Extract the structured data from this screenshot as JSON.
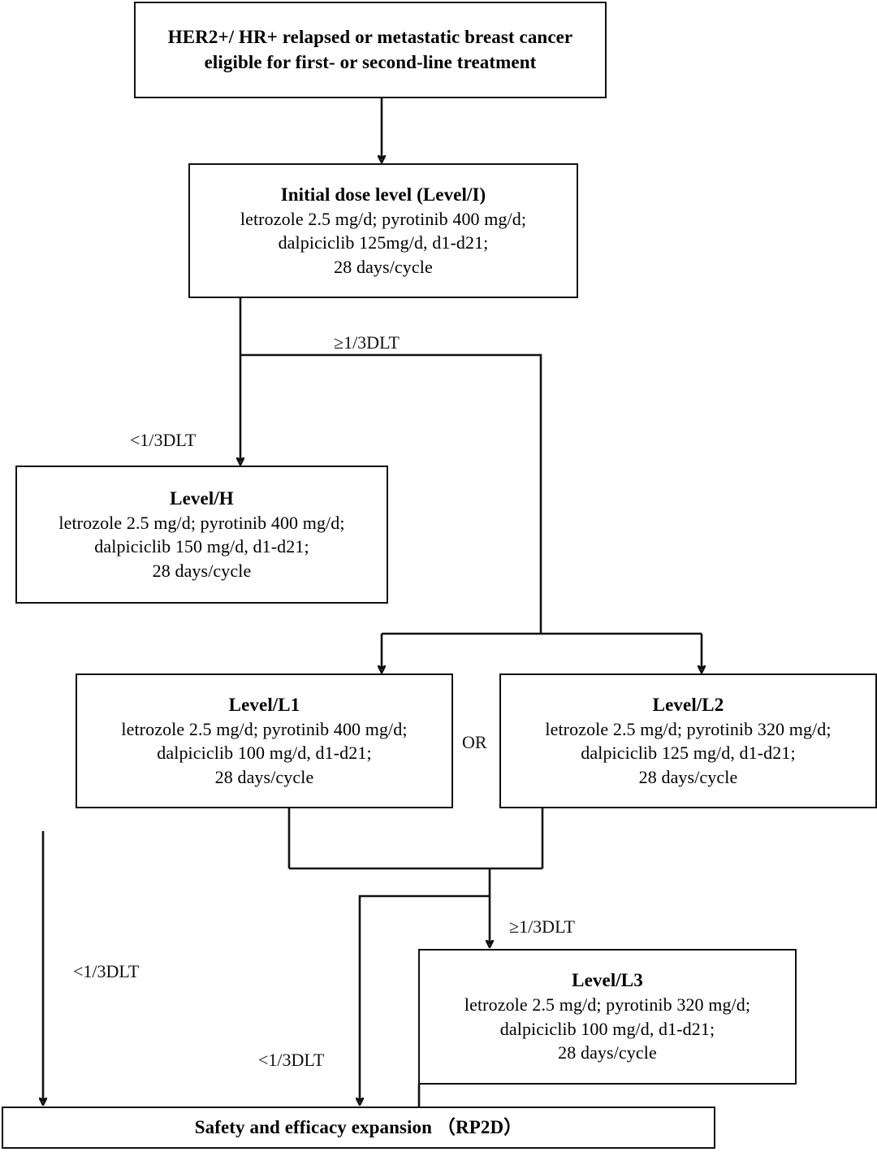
{
  "diagram": {
    "title": "Dose-escalation flowchart",
    "line_color": "#111111",
    "background": "#ffffff"
  },
  "nodes": {
    "population": {
      "lines": [
        "HER2+/ HR+ relapsed or metastatic breast cancer",
        "eligible for first- or second-line treatment"
      ]
    },
    "initial": {
      "title": "Initial dose level (Level/I)",
      "lines": [
        "letrozole 2.5 mg/d; pyrotinib 400 mg/d;",
        "dalpiciclib 125mg/d, d1-d21;",
        "28 days/cycle"
      ]
    },
    "level_h": {
      "title": "Level/H",
      "lines": [
        "letrozole 2.5 mg/d; pyrotinib 400 mg/d;",
        "dalpiciclib 150 mg/d, d1-d21;",
        "28 days/cycle"
      ]
    },
    "level_l1": {
      "title": "Level/L1",
      "lines": [
        "letrozole 2.5 mg/d; pyrotinib 400 mg/d;",
        "dalpiciclib 100 mg/d, d1-d21;",
        "28 days/cycle"
      ]
    },
    "level_l2": {
      "title": "Level/L2",
      "lines": [
        "letrozole 2.5 mg/d; pyrotinib 320 mg/d;",
        "dalpiciclib 125 mg/d, d1-d21;",
        "28 days/cycle"
      ]
    },
    "level_l3": {
      "title": "Level/L3",
      "lines": [
        "letrozole 2.5 mg/d; pyrotinib 320 mg/d;",
        "dalpiciclib 100 mg/d, d1-d21;",
        "28 days/cycle"
      ]
    },
    "expansion": {
      "text": "Safety and efficacy expansion （RP2D）"
    }
  },
  "edge_labels": {
    "initial_ge_dlt": "≥1/3DLT",
    "initial_lt_dlt": "<1/3DLT",
    "or_connector": "OR",
    "l1l2_ge_dlt": "≥1/3DLT",
    "levelh_lt_dlt": "<1/3DLT",
    "l1l2_lt_dlt": "<1/3DLT"
  }
}
